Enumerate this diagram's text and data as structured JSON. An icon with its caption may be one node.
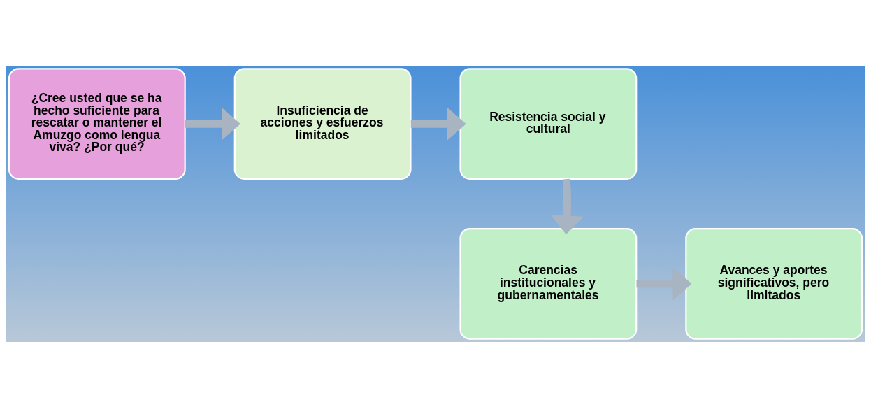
{
  "diagram": {
    "nodes": [
      {
        "text": [
          "¿Cree usted que se ha hecho suficiente para rescatar o mantener el Amuzgo como lengua viva? ¿Por qué?"
        ]
      },
      {
        "text": [
          "Insuficiencia de acciones y esfuerzos limitados"
        ]
      },
      {
        "text": [
          "Resistencia social y cultural"
        ]
      },
      {
        "text": [
          "Carencias institucionales y gubernamentales"
        ]
      },
      {
        "text": [
          "Avances y aportes significativos, pero limitados"
        ]
      }
    ],
    "edges": [
      {
        "from": 0,
        "to": 1,
        "arrow": "to"
      },
      {
        "from": 1,
        "to": 2,
        "arrow": "to"
      },
      {
        "from": 2,
        "to": 3,
        "arrow": "to"
      },
      {
        "from": 3,
        "to": 4,
        "arrow": "to"
      }
    ]
  }
}
